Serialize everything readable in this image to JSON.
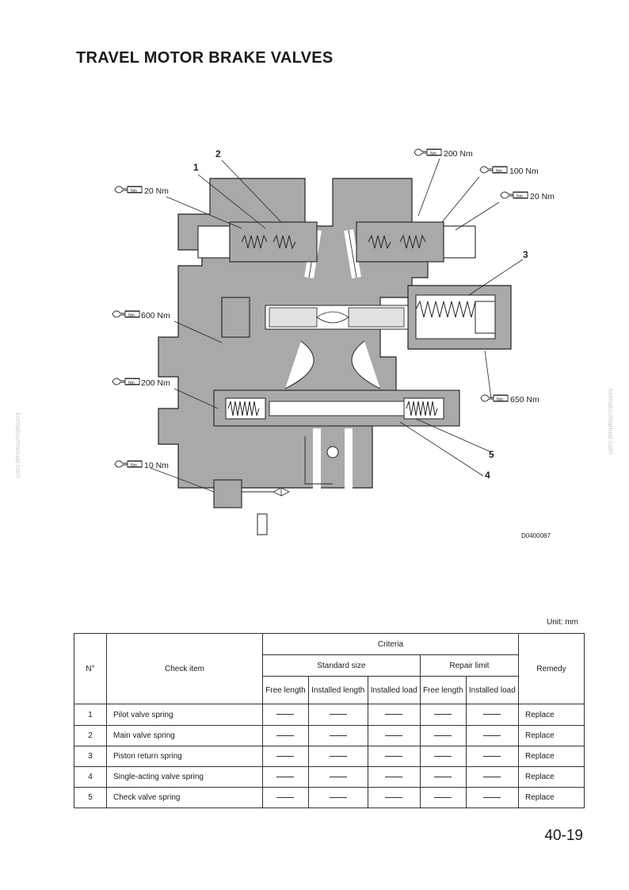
{
  "title": "TRAVEL MOTOR BRAKE VALVES",
  "figure": {
    "code": "D0400087",
    "torque_callouts": [
      {
        "id": "t20a",
        "text": "20 Nm"
      },
      {
        "id": "t200a",
        "text": "200 Nm"
      },
      {
        "id": "t100",
        "text": "100 Nm"
      },
      {
        "id": "t20b",
        "text": "20 Nm"
      },
      {
        "id": "t600",
        "text": "600 Nm"
      },
      {
        "id": "t200b",
        "text": "200 Nm"
      },
      {
        "id": "t650",
        "text": "650 Nm"
      },
      {
        "id": "t10",
        "text": "10 Nm"
      }
    ],
    "torque_icon_label": "Nm",
    "part_numbers": [
      "1",
      "2",
      "3",
      "4",
      "5"
    ]
  },
  "unit": "Unit: mm",
  "table": {
    "headers": {
      "no": "N°",
      "check_item": "Check item",
      "criteria": "Criteria",
      "remedy": "Remedy",
      "standard_size": "Standard size",
      "repair_limit": "Repair limit",
      "free_length": "Free length",
      "installed_length": "Installed length",
      "installed_load": "Installed load",
      "rl_free_length": "Free length",
      "rl_installed_load": "Installed load"
    },
    "rows": [
      {
        "no": "1",
        "item": "Pilot valve spring",
        "remedy": "Replace"
      },
      {
        "no": "2",
        "item": "Main valve spring",
        "remedy": "Replace"
      },
      {
        "no": "3",
        "item": "Piston return spring",
        "remedy": "Replace"
      },
      {
        "no": "4",
        "item": "Single-acting valve spring",
        "remedy": "Replace"
      },
      {
        "no": "5",
        "item": "Check valve spring",
        "remedy": "Replace"
      }
    ]
  },
  "page_number": "40-19",
  "watermark": "komatsumanual.com",
  "colors": {
    "body_gray": "#a9a9a9",
    "ink": "#222222"
  }
}
